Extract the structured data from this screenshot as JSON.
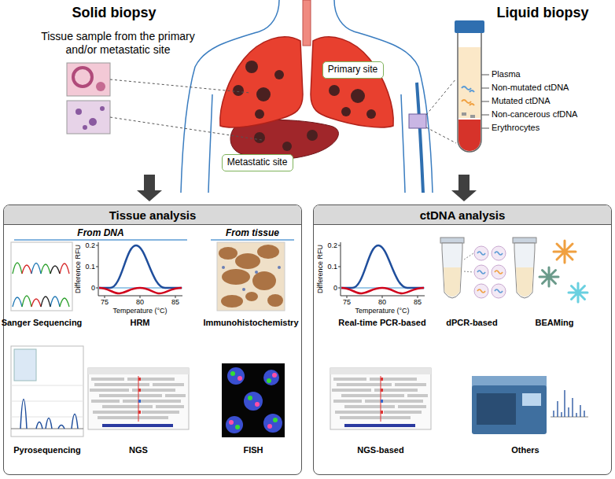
{
  "diagram": {
    "nodes": [
      {
        "text": [
          "Primary site"
        ]
      },
      {
        "text": [
          "Metastatic site"
        ]
      },
      {
        "text": [
          "Tissue analysis"
        ]
      },
      {
        "text": [
          "ctDNA analysis"
        ]
      }
    ],
    "labels": [
      "Solid biopsy",
      "Tissue sample from the primary and/or metastatic site",
      "Liquid biopsy",
      "Plasma",
      "Non-mutated ctDNA",
      "Mutated ctDNA",
      "Non-cancerous cfDNA",
      "Erythrocytes",
      "From DNA",
      "From tissue",
      "0.2",
      "0.1",
      "0",
      "75",
      "80",
      "85",
      "Difference RFU",
      "Temperature (°C)",
      "Sanger Sequencing",
      "HRM",
      "Immunohistochemistry",
      "Pyrosequencing",
      "NGS",
      "FISH",
      "0.2",
      "0.1",
      "0",
      "75",
      "80",
      "85",
      "Difference RFU",
      "Temperature (°C)",
      "Real-time PCR-based",
      "dPCR-based",
      "BEAMing",
      "NGS-based",
      "Others"
    ]
  }
}
